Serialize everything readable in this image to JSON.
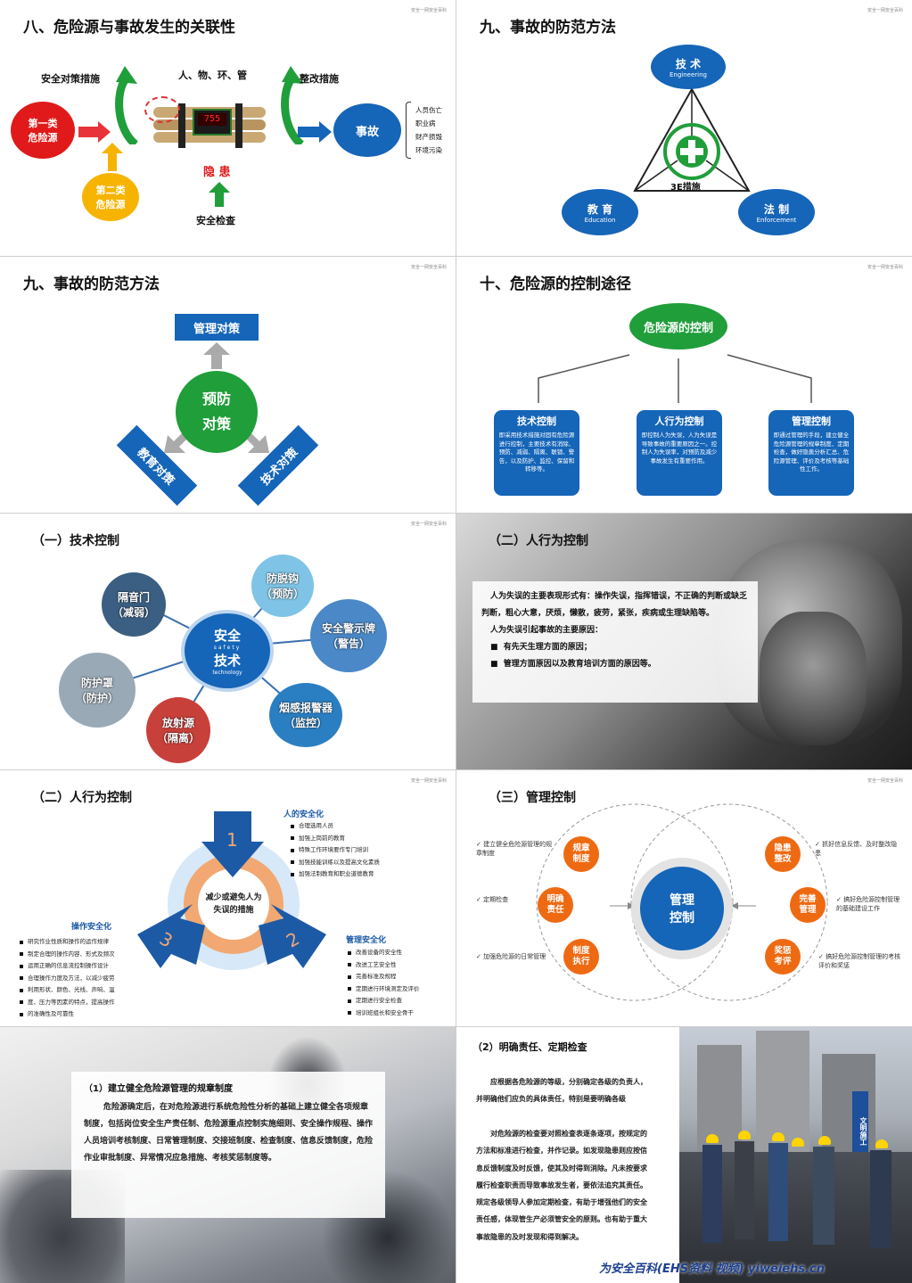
{
  "brand": "安全一网安全百科",
  "s1": {
    "title": "八、危险源与事故发生的关联性",
    "first_hazard": "第一类\n危险源",
    "second_hazard": "第二类\n危险源",
    "safety_measures": "安全对策措施",
    "factors": "人、物、环、管",
    "hidden_danger": "隐 患",
    "inspection": "安全检查",
    "rectification": "整改措施",
    "accident": "事故",
    "timer": "755",
    "results": [
      "人员伤亡",
      "职业病",
      "财产损毁",
      "环境污染"
    ]
  },
  "s2": {
    "title": "九、事故的防范方法",
    "tech": "技 术",
    "tech_en": "Engineering",
    "edu": "教 育",
    "edu_en": "Education",
    "law": "法 制",
    "law_en": "Enforcement",
    "center": "3E措施",
    "colors": {
      "blue": "#1565b8",
      "green": "#1f9e3a"
    }
  },
  "s3": {
    "title": "九、事故的防范方法",
    "manage": "管理对策",
    "center": "预防\n对策",
    "edu": "教育对策",
    "tech": "技术对策"
  },
  "s4": {
    "title": "十、危险源的控制途径",
    "root": "危险源的控制",
    "items": [
      {
        "name": "技术控制",
        "desc": "即采用技术措施对固有危险源进行控制，主要技术有消除、预防、减弱、隔离、联锁、警告，以及防护、监控、保留和转移等。"
      },
      {
        "name": "人行为控制",
        "desc": "即控制人为失误，人为失误是导致事故的重要原因之一。控制人为失误率，对预防及减少事故发生有重要作用。"
      },
      {
        "name": "管理控制",
        "desc": "即通过管理的手段，建立健全危险源管理的规章制度、定期检查，做好隐患分析汇总、危险源管理、评价及考核等基础性工作。"
      }
    ]
  },
  "s5": {
    "title": "（一）技术控制",
    "center_top": "安全",
    "center_en1": "safety",
    "center_mid": "技术",
    "center_en2": "technology",
    "nodes": [
      {
        "label": "隔音门\n（减弱）"
      },
      {
        "label": "防脱钩\n（预防）"
      },
      {
        "label": "安全警示牌\n（警告）"
      },
      {
        "label": "烟感报警器\n（监控）"
      },
      {
        "label": "放射源\n（隔离）"
      },
      {
        "label": "防护罩\n（防护）"
      }
    ]
  },
  "s6": {
    "title": "（二）人行为控制",
    "p1": "人为失误的主要表现形式有：操作失误，指挥错误，不正确的判断或缺乏判断，粗心大意，厌烦，懒散，疲劳，紧张，疾病或生理缺陷等。",
    "p2": "人为失误引起事故的主要原因：",
    "bullets": [
      "有先天生理方面的原因；",
      "管理方面原因以及教育培训方面的原因等。"
    ]
  },
  "s7": {
    "title": "（二）人行为控制",
    "center": "减少或避免人为\n失误的措施",
    "n1": "1",
    "n2": "2",
    "n3": "3",
    "people_title": "人的安全化",
    "people": [
      "合理选用人员",
      "加强上岗前的教育",
      "特殊工作环境要作专门培训",
      "加强技能训练以及提高文化素质",
      "加强法制教育和职业道德教育"
    ],
    "op_title": "操作安全化",
    "op": [
      "研究作业性质和操作的运作规律",
      "制定合理的操作内容、形式及频次",
      "运用正确的信息流控制操作设计",
      "合理操作力度及方法，以减少疲劳",
      "利用形状、颜色、光线、声响、温",
      "度、压力等因素的特点，提高操作",
      "的准确性及可靠性"
    ],
    "mgmt_title": "管理安全化",
    "mgmt": [
      "改善设备的安全性",
      "改进工艺安全性",
      "完善标准及规程",
      "定期进行环境测定及评价",
      "定期进行安全检查",
      "培训班组长和安全骨干"
    ]
  },
  "s8": {
    "title": "（三）管理控制",
    "center": "管理\n控制",
    "left_nodes": [
      "规章\n制度",
      "明确\n责任",
      "制度\n执行"
    ],
    "right_nodes": [
      "隐患\n整改",
      "完善\n管理",
      "奖惩\n考评"
    ],
    "left_texts": [
      "建立健全危险源管理的规章制度",
      "定期检查",
      "加强危险源的日常管理"
    ],
    "right_texts": [
      "抓好信息反馈、及时整改隐患",
      "搞好危险源控制管理的基础建设工作",
      "搞好危险源控制管理的考核评价和奖惩"
    ]
  },
  "s9": {
    "heading": "（1）建立健全危险源管理的规章制度",
    "body": "危险源确定后，在对危险源进行系统危险性分析的基础上建立健全各项规章制度，包括岗位安全生产责任制、危险源重点控制实施细则、安全操作规程、操作人员培训考核制度、日常管理制度、交接班制度、检查制度、信息反馈制度，危险作业审批制度、异常情况应急措施、考核奖惩制度等。"
  },
  "s10": {
    "heading": "（2）明确责任、定期检查",
    "p1": "应根据各危险源的等级，分别确定各级的负责人，并明确他们应负的具体责任，特别是要明确各级",
    "p2": "对危险源的检查要对照检查表逐条逐项，按规定的方法和标准进行检查，并作记录。如发现隐患则应按信息反馈制度及时反馈，使其及时得到消除。凡未按要求履行检查职责而导致事故发生者，要依法追究其责任。规定各级领导人参加定期检查，有助于增强他们的安全责任感，体现管生产必须管安全的原则。也有助于重大事故隐患的及时发现和得到解决。",
    "sign": "文明施工",
    "watermark": "为安全百科(EHS资料 视频) yiweiehs.cn"
  }
}
